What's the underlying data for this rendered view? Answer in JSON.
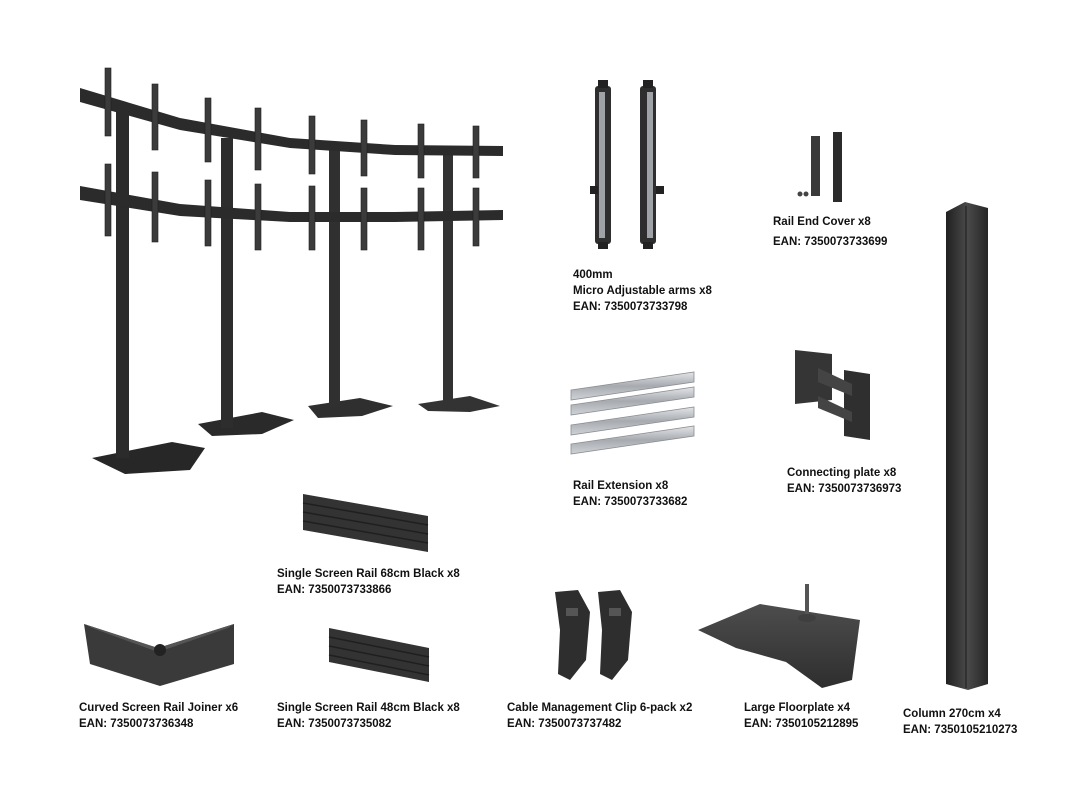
{
  "products": {
    "micro_arms": {
      "size": "400mm",
      "name": "Micro Adjustable arms x8",
      "ean": "EAN: 7350073733798"
    },
    "rail_end_cover": {
      "name": "Rail End Cover x8",
      "ean": "EAN: 7350073733699"
    },
    "rail_extension": {
      "name": "Rail Extension x8",
      "ean": "EAN: 7350073733682"
    },
    "connecting_plate": {
      "name": "Connecting plate x8",
      "ean": "EAN: 7350073736973"
    },
    "rail_68": {
      "name": "Single Screen Rail 68cm Black x8",
      "ean": "EAN: 7350073733866"
    },
    "curved_joiner": {
      "name": "Curved Screen Rail Joiner x6",
      "ean": "EAN: 7350073736348"
    },
    "rail_48": {
      "name": "Single Screen Rail 48cm Black x8",
      "ean": "EAN: 7350073735082"
    },
    "cable_clip": {
      "name": "Cable Management Clip 6-pack x2",
      "ean": "EAN: 7350073737482"
    },
    "floorplate": {
      "name": "Large Floorplate x4",
      "ean": "EAN: 7350105212895"
    },
    "column": {
      "name": "Column 270cm x4",
      "ean": "EAN: 7350105210273"
    }
  },
  "colors": {
    "metal_dark": "#2b2b2b",
    "metal_mid": "#3a3a3a",
    "silver": "#b9bcc0",
    "text": "#111111"
  },
  "icons": {
    "assembly": "video-wall-stand-assembly-image",
    "arms": "micro-adjustable-arm-image",
    "end_cover": "rail-end-cover-image",
    "extension": "rail-extension-image",
    "plate": "connecting-plate-image",
    "rail": "screen-rail-image",
    "joiner": "curved-rail-joiner-image",
    "clip": "cable-clip-image",
    "floorplate": "floorplate-image",
    "column": "column-image"
  }
}
